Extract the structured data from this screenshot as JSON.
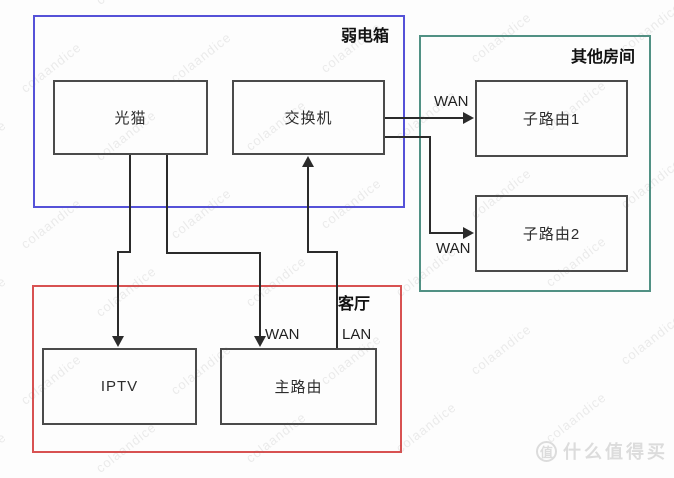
{
  "diagram": {
    "regions": [
      {
        "name": "weak-current-box",
        "label": "弱电箱",
        "border_color": "#5552d8"
      },
      {
        "name": "other-rooms",
        "label": "其他房间",
        "border_color": "#519184"
      },
      {
        "name": "living-room",
        "label": "客厅",
        "border_color": "#d85252"
      }
    ],
    "nodes": [
      {
        "name": "optical-modem",
        "label": "光猫"
      },
      {
        "name": "switch",
        "label": "交换机"
      },
      {
        "name": "sub-router-1",
        "label": "子路由1"
      },
      {
        "name": "sub-router-2",
        "label": "子路由2"
      },
      {
        "name": "iptv",
        "label": "IPTV"
      },
      {
        "name": "main-router",
        "label": "主路由"
      }
    ],
    "edges": {
      "switch_to_sub1_label": "WAN",
      "switch_to_sub2_label": "WAN",
      "modem_to_main_label": "WAN",
      "main_to_switch_label": "LAN"
    },
    "connector_color": "#2b2b2b"
  },
  "watermark": {
    "text": "colaandice"
  },
  "brand": {
    "badge": "值",
    "text": "什么值得买"
  }
}
